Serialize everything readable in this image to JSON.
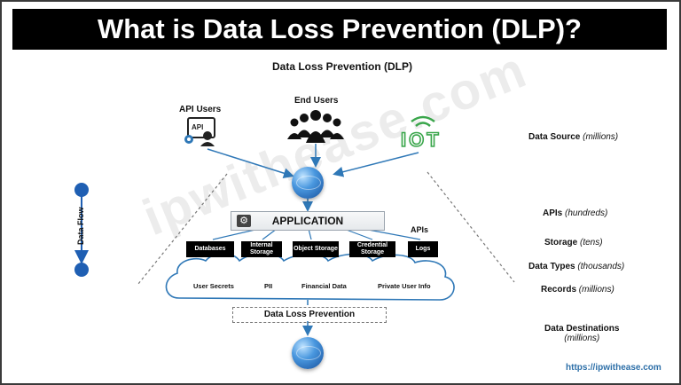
{
  "title": "What is Data Loss Prevention (DLP)?",
  "subtitle": "Data Loss Prevention (DLP)",
  "watermark": "ipwithease.com",
  "sources": {
    "api_users": "API Users",
    "api_badge": "API",
    "end_users": "End Users",
    "iot": "IOT"
  },
  "application": "APPLICATION",
  "apis_label": "APIs",
  "storage": [
    "Databases",
    "Internal Storage",
    "Object Storage",
    "Credential Storage",
    "Logs"
  ],
  "data_types": [
    "User Secrets",
    "PII",
    "Financial Data",
    "Private User Info"
  ],
  "dlp_box": "Data Loss Prevention",
  "data_flow": "Data Flow",
  "right_labels": [
    {
      "main": "Data Source",
      "note": "(millions)"
    },
    {
      "main": "APIs",
      "note": "(hundreds)"
    },
    {
      "main": "Storage",
      "note": "(tens)"
    },
    {
      "main": "Data Types",
      "note": "(thousands)"
    },
    {
      "main": "Records",
      "note": "(millions)"
    },
    {
      "main": "Data Destinations",
      "note": "(millions)"
    }
  ],
  "url": "https://ipwithease.com",
  "colors": {
    "banner": "#000000",
    "arrow": "#2f78b7",
    "flow": "#1f5fb3",
    "iot": "#3aa64b",
    "url": "#2d6fa8"
  }
}
